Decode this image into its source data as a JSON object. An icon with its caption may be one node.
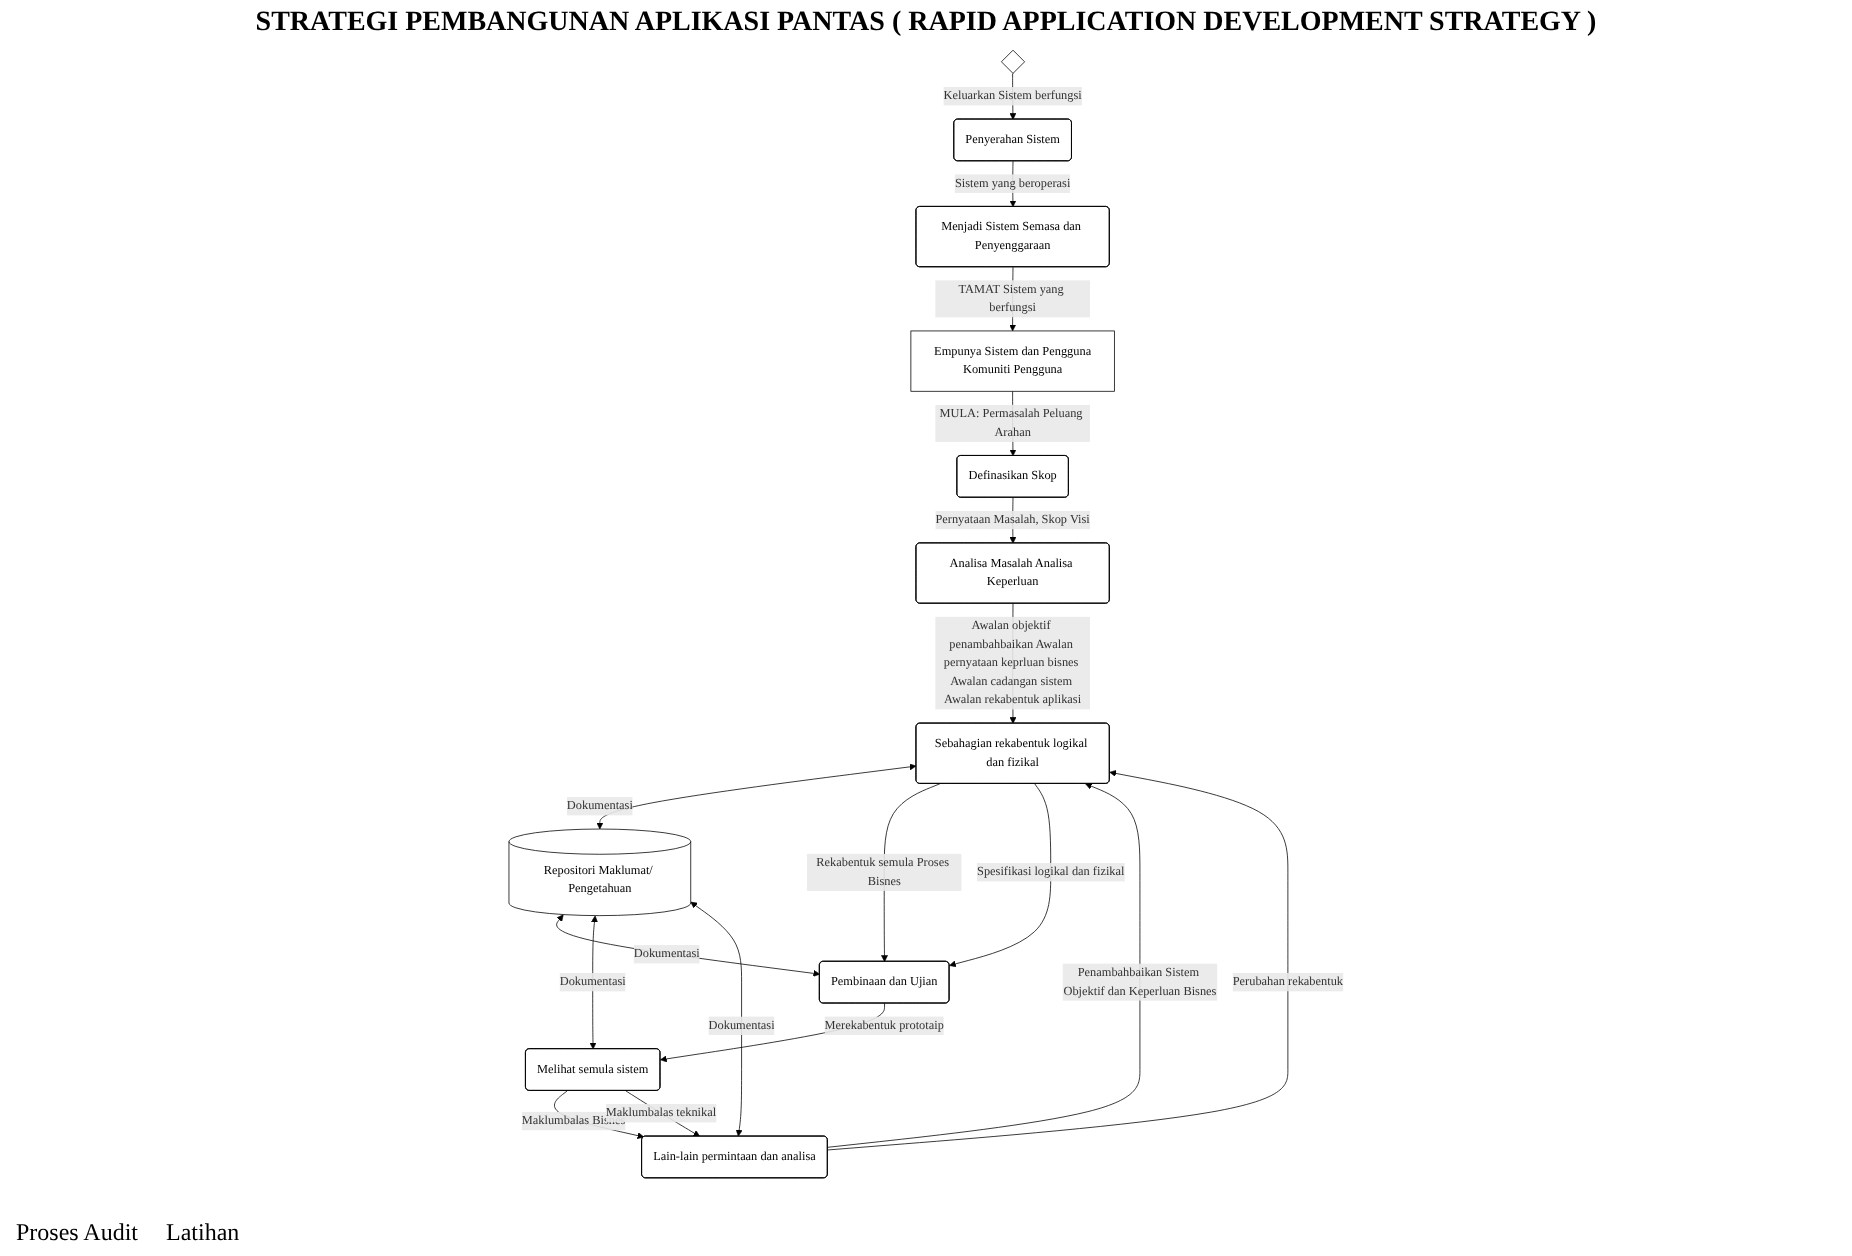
{
  "diagram": {
    "title": "STRATEGI PEMBANGUNAN APLIKASI PANTAS ( RAPID APPLICATION DEVELOPMENT STRATEGY )",
    "nodes": [
      {
        "text": [
          "Empunya Sistem dan Pengguna",
          "Komuniti Pengguna"
        ]
      },
      {
        "text": [
          "Definasikan Skop"
        ]
      },
      {
        "text": [
          "Analisa Masalah Analisa Keperluan"
        ]
      },
      {
        "text": [
          "Sebahagian rekabentuk logikal dan fizikal"
        ]
      },
      {
        "text": [
          "Lain-lain permintaan dan analisa"
        ]
      },
      {
        "text": [
          "Repositori Maklumat/ Pengetahuan"
        ]
      },
      {
        "text": [
          "Pembinaan dan Ujian"
        ]
      },
      {
        "text": [],
        "shape": "diamond"
      },
      {
        "text": [
          "Melihat semula sistem"
        ]
      },
      {
        "text": [
          "Penyerahan Sistem"
        ]
      },
      {
        "text": [
          "Menjadi Sistem Semasa dan Penyenggaraan"
        ]
      }
    ],
    "edges": [
      {
        "from": 0,
        "to": 1,
        "arrow": "to",
        "label": "MULA: Permasalah Peluang Arahan"
      },
      {
        "from": 1,
        "to": 2,
        "arrow": "to",
        "label": "Pernyataan Masalah, Skop Visi"
      },
      {
        "from": 2,
        "to": 3,
        "arrow": "to",
        "label": "Awalan objektif penambahbaikan Awalan pernyataan keprluan bisnes Awalan cadangan sistem Awalan rekabentuk aplikasi"
      },
      {
        "from": 4,
        "to": 3,
        "arrow": "to",
        "label": "Penambahbaikan Sistem Objektif dan Keperluan Bisnes"
      },
      {
        "from": 4,
        "to": 3,
        "arrow": "to",
        "label": "Perubahan rekabentuk"
      },
      {
        "from": 3,
        "to": 5,
        "arrow": "both",
        "label": "Dokumentasi"
      },
      {
        "from": 3,
        "to": 6,
        "arrow": "to",
        "label": "Rekabentuk semula Proses Bisnes"
      },
      {
        "from": 3,
        "to": 6,
        "arrow": "to",
        "label": "Spesifikasi logikal dan fizikal"
      },
      {
        "from": 4,
        "to": 5,
        "arrow": "both",
        "label": "Dokumentasi"
      },
      {
        "from": 5,
        "to": 6,
        "arrow": "both",
        "label": "Dokumentasi"
      },
      {
        "from": 5,
        "to": 8,
        "arrow": "both",
        "label": "Dokumentasi"
      },
      {
        "from": 6,
        "to": 8,
        "arrow": "to",
        "label": "Merekabentuk prototaip"
      },
      {
        "from": 7,
        "to": 9,
        "arrow": "to",
        "label": "Keluarkan Sistem berfungsi"
      },
      {
        "from": 8,
        "to": 4,
        "arrow": "to",
        "label": "Maklumbalas Bisnes"
      },
      {
        "from": 8,
        "to": 4,
        "arrow": "to",
        "label": "Maklumbalas teknikal"
      },
      {
        "from": 9,
        "to": 10,
        "arrow": "to",
        "label": "Sistem yang beroperasi"
      },
      {
        "from": 10,
        "to": 0,
        "arrow": "to",
        "label": "TAMAT Sistem yang berfungsi"
      }
    ],
    "labels": [
      "Proses Audit",
      "Latihan"
    ]
  }
}
